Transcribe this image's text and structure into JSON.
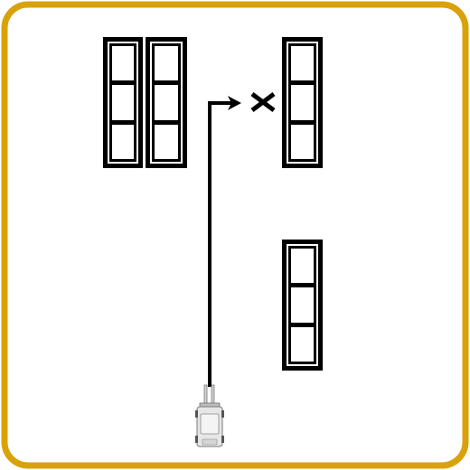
{
  "colors": {
    "frame": "#DAA20A",
    "rack": "#000000",
    "background": "#FFFFFF",
    "robot_body": "#E6E6E6",
    "robot_outline": "#7A7A7A"
  },
  "racks": [
    {
      "id": "rack-1",
      "shelves": 3
    },
    {
      "id": "rack-2",
      "shelves": 3
    },
    {
      "id": "rack-3",
      "shelves": 3
    },
    {
      "id": "rack-4",
      "shelves": 3
    }
  ],
  "icons": {
    "target": "x-mark-icon",
    "agent": "forklift-robot-icon",
    "path": "arrow-path-icon"
  }
}
